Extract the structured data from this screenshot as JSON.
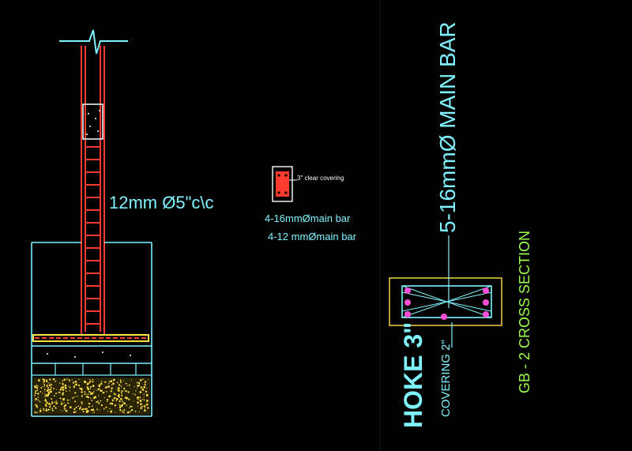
{
  "stirrup_label": "12mm Ø5\"c\\c",
  "section_detail": {
    "covering_note": "3\" clear covering",
    "rebar_lines": [
      "4-16mmØmain bar",
      "4-12 mmØmain bar"
    ]
  },
  "grade_beam": {
    "main_bar_label": "5-16mmØ MAIN BAR",
    "hook_label": "HOKE 3\"",
    "covering_label": "COVERING 2\"",
    "section_title": "GB - 2 CROSS SECTION"
  },
  "colors": {
    "cyan": "#7ff3ff",
    "red": "#ff3b30",
    "yellow": "#ffe14a",
    "green": "#9cff4a",
    "magenta": "#ff4fd8",
    "white": "#ffffff"
  }
}
